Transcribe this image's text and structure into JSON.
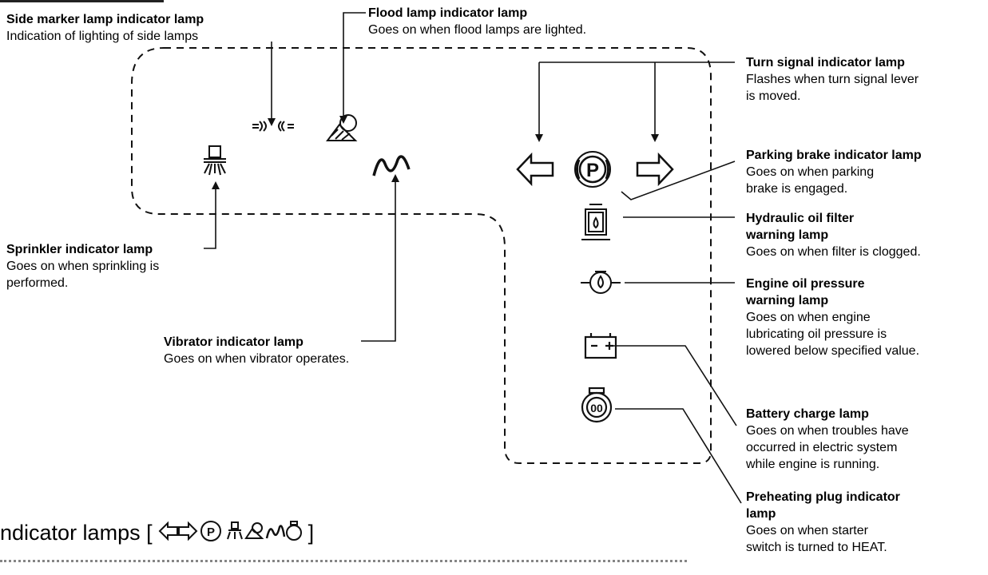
{
  "labels": {
    "side_marker": {
      "title": "Side marker lamp indicator lamp",
      "desc": [
        "Indication of lighting of side lamps"
      ]
    },
    "flood": {
      "title": "Flood lamp indicator lamp",
      "desc": [
        "Goes on when flood lamps are lighted."
      ]
    },
    "turn_signal": {
      "title": "Turn signal indicator lamp",
      "desc": [
        "Flashes when turn signal lever",
        "is moved."
      ]
    },
    "parking_brake": {
      "title": "Parking brake indicator lamp",
      "desc": [
        "Goes on when parking",
        "brake is engaged."
      ]
    },
    "hydraulic": {
      "title": "Hydraulic oil filter",
      "desc_bold": "warning lamp",
      "desc": [
        "Goes on when filter is clogged."
      ]
    },
    "engine_oil": {
      "title": "Engine oil pressure",
      "desc_bold": "warning lamp",
      "desc": [
        "Goes on when engine",
        "lubricating oil pressure is",
        "lowered below specified value."
      ]
    },
    "battery": {
      "title": "Battery charge lamp",
      "desc": [
        "Goes on when troubles have",
        "occurred in electric system",
        "while engine is running."
      ]
    },
    "preheat": {
      "title": "Preheating plug indicator",
      "desc_bold": "lamp",
      "desc": [
        "Goes on when starter",
        "switch is turned to HEAT."
      ]
    },
    "sprinkler": {
      "title": "Sprinkler indicator lamp",
      "desc": [
        "Goes on when sprinkling is",
        "performed."
      ]
    },
    "vibrator": {
      "title": "Vibrator indicator lamp",
      "desc": [
        "Goes on when vibrator operates."
      ]
    }
  },
  "caption": {
    "prefix": "ndicator lamps [",
    "suffix": "]"
  },
  "icons": [
    "side-marker-icon",
    "flood-lamp-icon",
    "sprinkler-icon",
    "vibrator-icon",
    "turn-left-icon",
    "parking-brake-icon",
    "turn-right-icon",
    "hydraulic-filter-icon",
    "engine-oil-icon",
    "battery-icon",
    "preheat-icon"
  ]
}
